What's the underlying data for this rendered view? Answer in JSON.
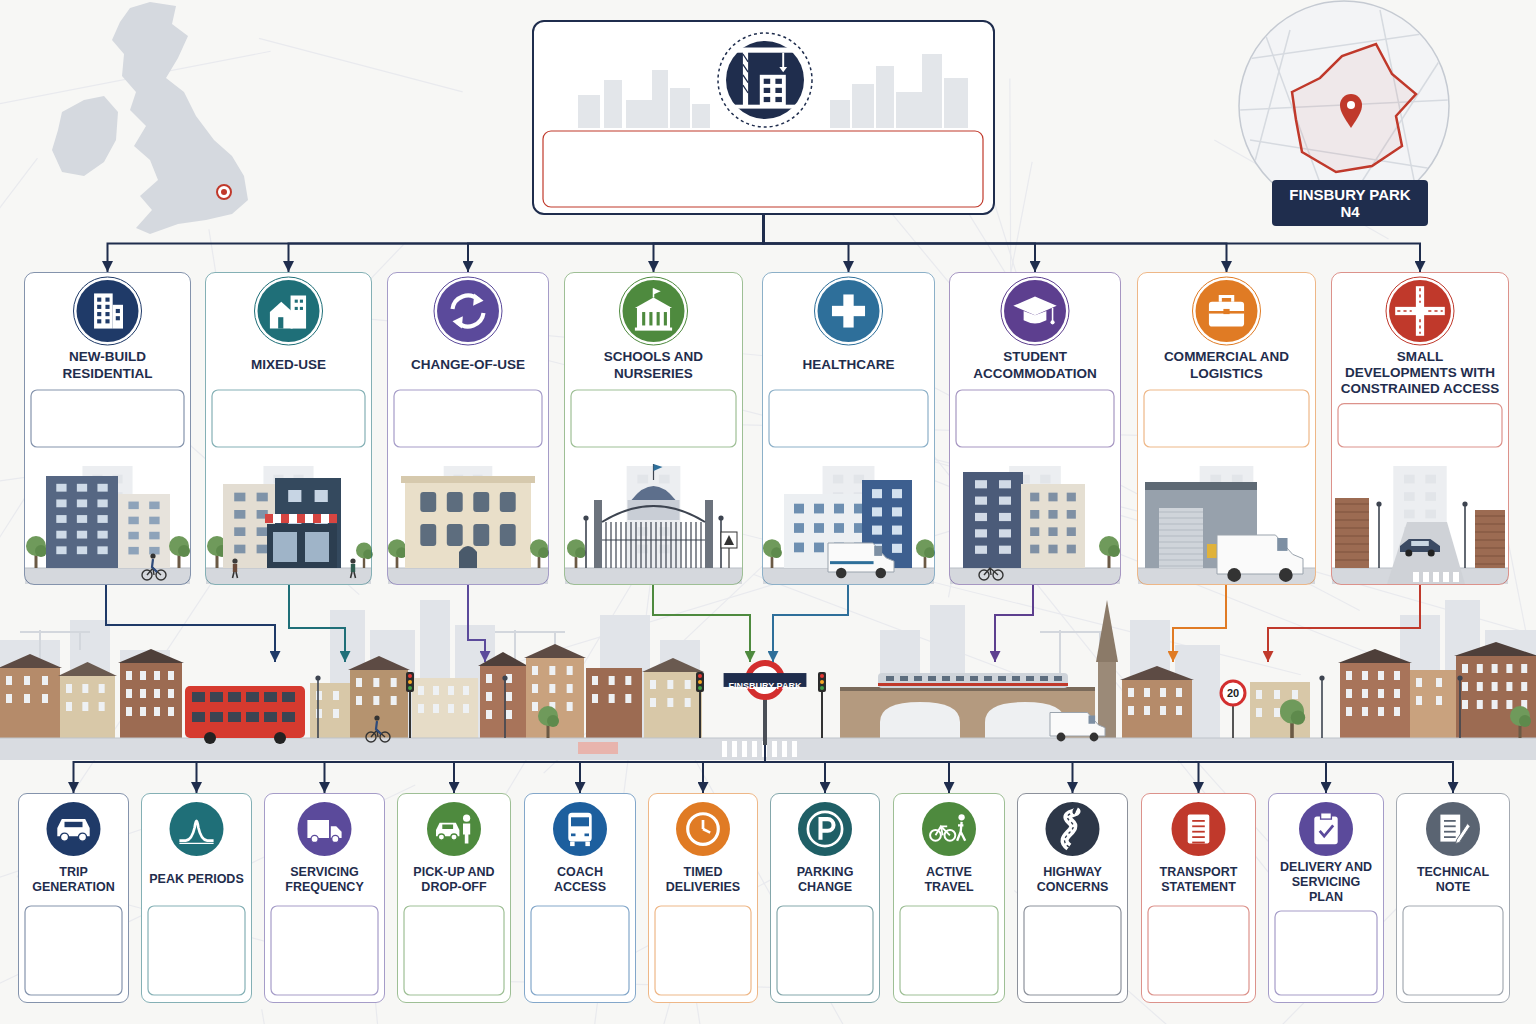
{
  "diagram": {
    "nodes": [
      {
        "text": []
      },
      {
        "text": [
          "FINSBURY PARK N4"
        ]
      },
      {
        "text": [
          "NEW-BUILD RESIDENTIAL"
        ]
      },
      {
        "text": [
          "MIXED-USE"
        ]
      },
      {
        "text": [
          "CHANGE-OF-USE"
        ]
      },
      {
        "text": [
          "SCHOOLS AND NURSERIES"
        ]
      },
      {
        "text": [
          "HEALTHCARE"
        ]
      },
      {
        "text": [
          "STUDENT ACCOMMODATION"
        ]
      },
      {
        "text": [
          "COMMERCIAL AND LOGISTICS"
        ]
      },
      {
        "text": [
          "SMALL DEVELOPMENTS WITH CONSTRAINED ACCESS"
        ]
      },
      {
        "text": [
          "FINSBURY PARK"
        ]
      },
      {
        "text": [
          "TRIP GENERATION"
        ]
      },
      {
        "text": [
          "PEAK PERIODS"
        ]
      },
      {
        "text": [
          "SERVICING FREQUENCY"
        ]
      },
      {
        "text": [
          "PICK-UP AND DROP-OFF"
        ]
      },
      {
        "text": [
          "COACH ACCESS"
        ]
      },
      {
        "text": [
          "TIMED DELIVERIES"
        ]
      },
      {
        "text": [
          "PARKING CHANGE"
        ]
      },
      {
        "text": [
          "ACTIVE TRAVEL"
        ]
      },
      {
        "text": [
          "HIGHWAY CONCERNS"
        ]
      },
      {
        "text": [
          "TRANSPORT STATEMENT"
        ]
      },
      {
        "text": [
          "DELIVERY AND SERVICING PLAN"
        ]
      },
      {
        "text": [
          "TECHNICAL NOTE"
        ]
      }
    ],
    "edges": [
      {
        "from": 0,
        "to": 2,
        "arrow": "to"
      },
      {
        "from": 0,
        "to": 3,
        "arrow": "to"
      },
      {
        "from": 0,
        "to": 4,
        "arrow": "to"
      },
      {
        "from": 0,
        "to": 5,
        "arrow": "to"
      },
      {
        "from": 0,
        "to": 6,
        "arrow": "to"
      },
      {
        "from": 0,
        "to": 7,
        "arrow": "to"
      },
      {
        "from": 0,
        "to": 8,
        "arrow": "to"
      },
      {
        "from": 0,
        "to": 9,
        "arrow": "to"
      },
      {
        "from": 2,
        "to": 10,
        "arrow": "to"
      },
      {
        "from": 3,
        "to": 10,
        "arrow": "to"
      },
      {
        "from": 4,
        "to": 10,
        "arrow": "to"
      },
      {
        "from": 5,
        "to": 10,
        "arrow": "to"
      },
      {
        "from": 6,
        "to": 10,
        "arrow": "to"
      },
      {
        "from": 7,
        "to": 10,
        "arrow": "to"
      },
      {
        "from": 8,
        "to": 10,
        "arrow": "to"
      },
      {
        "from": 9,
        "to": 10,
        "arrow": "to"
      },
      {
        "from": 10,
        "to": 11,
        "arrow": "to"
      },
      {
        "from": 10,
        "to": 12,
        "arrow": "to"
      },
      {
        "from": 10,
        "to": 13,
        "arrow": "to"
      },
      {
        "from": 10,
        "to": 14,
        "arrow": "to"
      },
      {
        "from": 10,
        "to": 15,
        "arrow": "to"
      },
      {
        "from": 10,
        "to": 16,
        "arrow": "to"
      },
      {
        "from": 10,
        "to": 17,
        "arrow": "to"
      },
      {
        "from": 10,
        "to": 18,
        "arrow": "to"
      },
      {
        "from": 10,
        "to": 19,
        "arrow": "to"
      },
      {
        "from": 10,
        "to": 20,
        "arrow": "to"
      },
      {
        "from": 10,
        "to": 21,
        "arrow": "to"
      },
      {
        "from": 10,
        "to": 22,
        "arrow": "to"
      }
    ],
    "labels": [
      "20"
    ]
  }
}
